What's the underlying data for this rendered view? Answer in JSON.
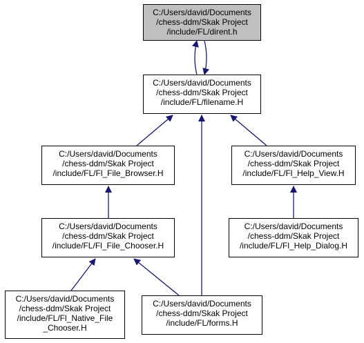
{
  "colors": {
    "edge": "#191970",
    "root_fill": "#bfbfbf",
    "node_fill": "#ffffff",
    "border": "#000000"
  },
  "nodes": {
    "dirent": [
      "C:/Users/david/Documents",
      "/chess-ddm/Skak Project",
      "/include/FL/dirent.h"
    ],
    "filename": [
      "C:/Users/david/Documents",
      "/chess-ddm/Skak Project",
      "/include/FL/filename.H"
    ],
    "file_browser": [
      "C:/Users/david/Documents",
      "/chess-ddm/Skak Project",
      "/include/FL/Fl_File_Browser.H"
    ],
    "help_view": [
      "C:/Users/david/Documents",
      "/chess-ddm/Skak Project",
      "/include/FL/Fl_Help_View.H"
    ],
    "file_chooser": [
      "C:/Users/david/Documents",
      "/chess-ddm/Skak Project",
      "/include/FL/Fl_File_Chooser.H"
    ],
    "help_dialog": [
      "C:/Users/david/Documents",
      "/chess-ddm/Skak Project",
      "/include/FL/Fl_Help_Dialog.H"
    ],
    "native_file_chooser": [
      "C:/Users/david/Documents",
      "/chess-ddm/Skak Project",
      "/include/FL/Fl_Native_File",
      "_Chooser.H"
    ],
    "forms": [
      "C:/Users/david/Documents",
      "/chess-ddm/Skak Project",
      "/include/FL/forms.H"
    ]
  }
}
